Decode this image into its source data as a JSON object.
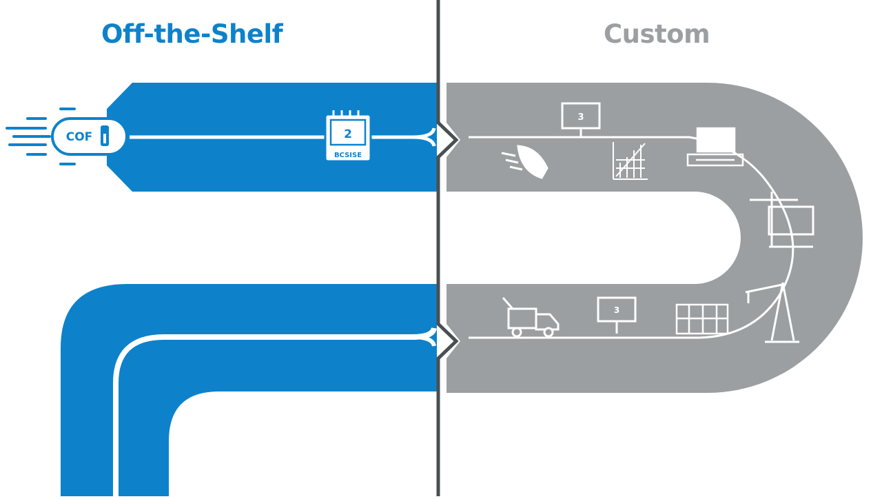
{
  "colors": {
    "blue": "#0d82cb",
    "gray": "#9c9fa1",
    "divider": "#4a4f52",
    "white": "#ffffff"
  },
  "left_panel": {
    "title": "Off-the-Shelf",
    "pill_label": "COF",
    "pill_icon": "padlock-icon",
    "calendar_number": "2",
    "calendar_caption": "BCSISE"
  },
  "right_panel": {
    "title": "Custom",
    "sign_top_number": "3",
    "sign_bottom_number": "3",
    "icons": [
      "sign-icon",
      "rocket-icon",
      "bar-chart-icon",
      "computer-terminal-icon",
      "crane-icon",
      "building-icon",
      "delivery-truck-icon",
      "factory-icon",
      "tower-crane-icon"
    ]
  }
}
